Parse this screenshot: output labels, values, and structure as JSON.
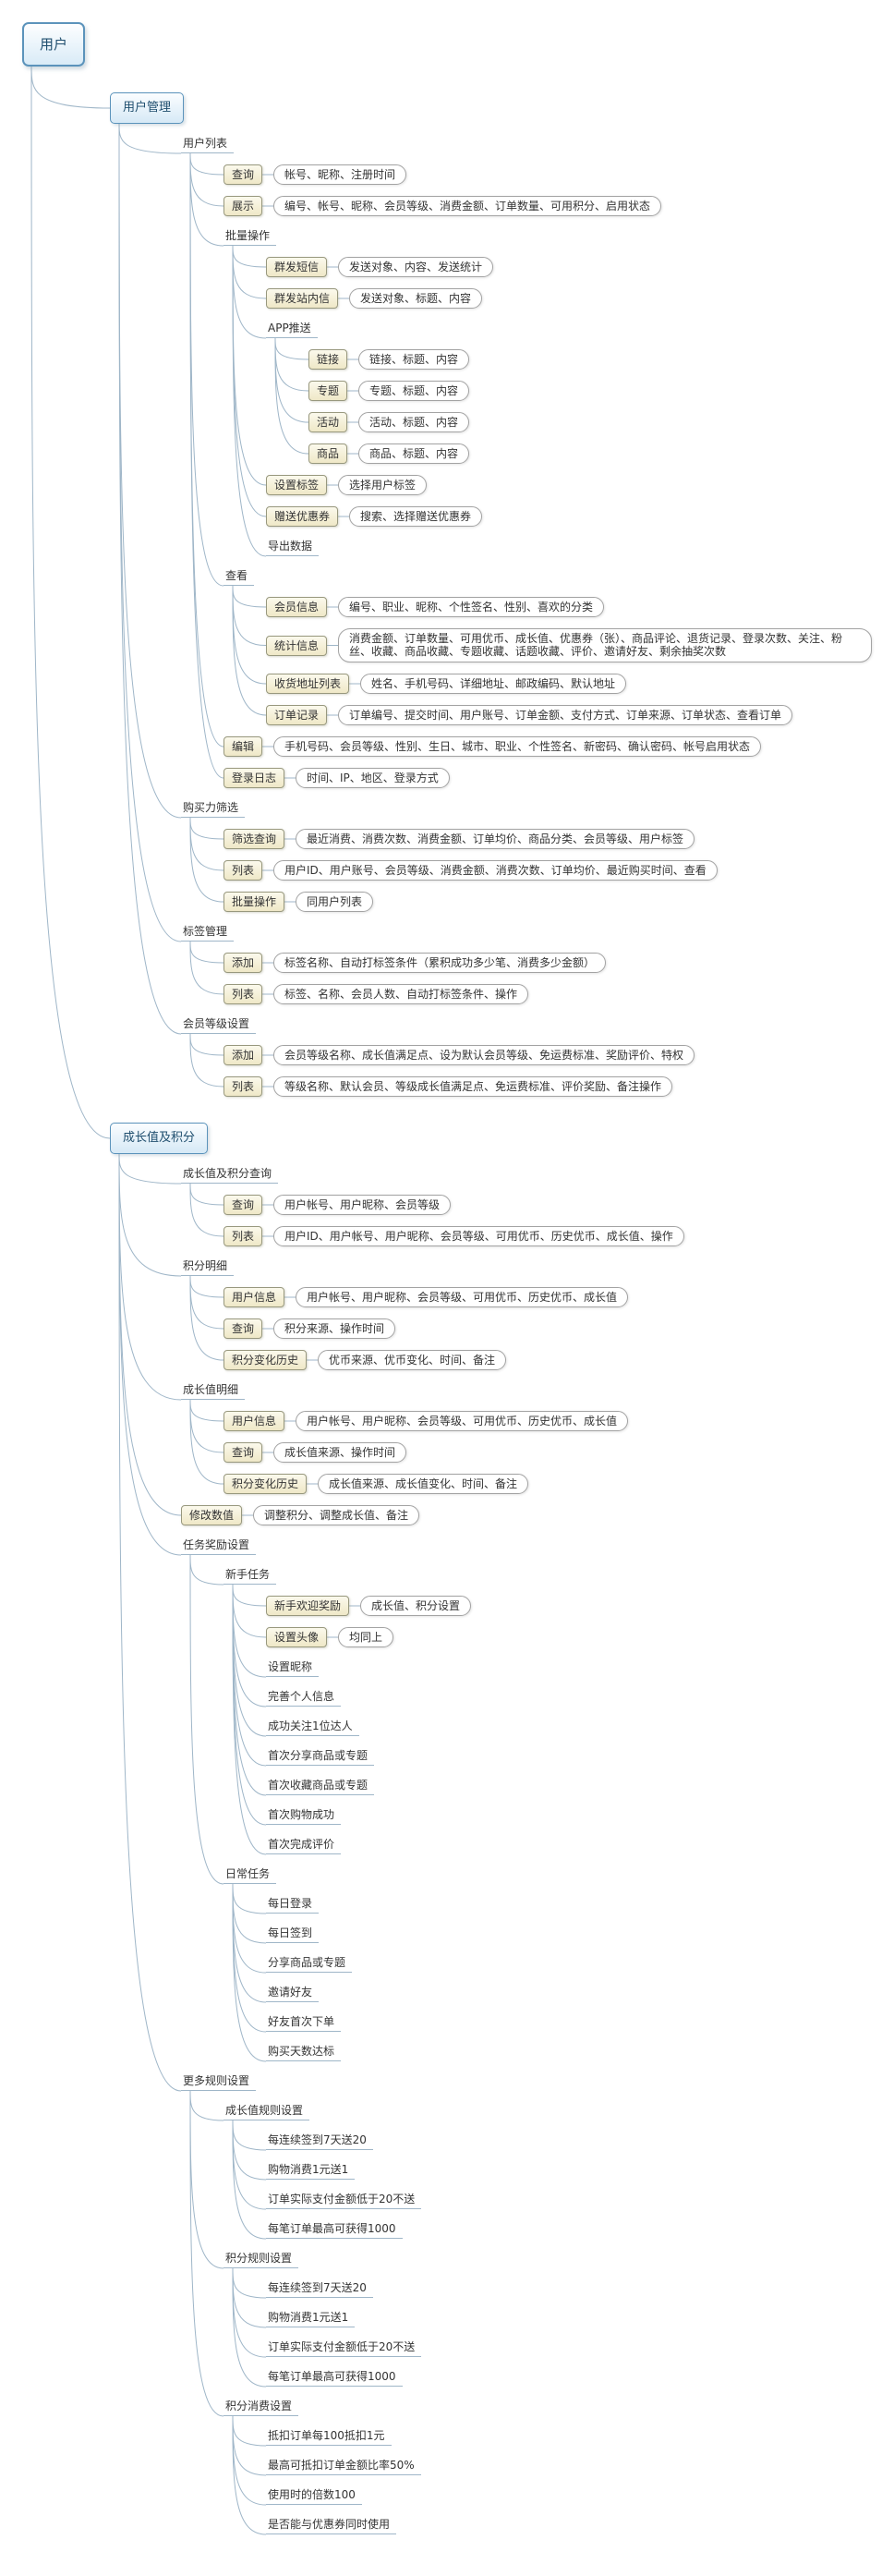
{
  "colors": {
    "topic_border": "#5b93bb",
    "topic_fill": "#d9ebf7",
    "box_border": "#98987e",
    "box_fill": "#efe8c7",
    "detail_border": "#a3a3a3",
    "detail_fill": "#ffffff",
    "edge": "#9fb6c8",
    "text": "#333333"
  },
  "map": {
    "id": "user",
    "label": "用户",
    "type": "root",
    "children": [
      {
        "id": "user-management",
        "label": "用户管理",
        "type": "topic",
        "children": [
          {
            "id": "user-list",
            "label": "用户列表",
            "type": "label",
            "children": [
              {
                "id": "query",
                "label": "查询",
                "type": "box",
                "detail": "帐号、昵称、注册时间"
              },
              {
                "id": "display",
                "label": "展示",
                "type": "box",
                "detail": "编号、帐号、昵称、会员等级、消费金额、订单数量、可用积分、启用状态"
              },
              {
                "id": "batch-operations",
                "label": "批量操作",
                "type": "label",
                "children": [
                  {
                    "id": "mass-sms",
                    "label": "群发短信",
                    "type": "box",
                    "detail": "发送对象、内容、发送统计"
                  },
                  {
                    "id": "mass-site-message",
                    "label": "群发站内信",
                    "type": "box",
                    "detail": "发送对象、标题、内容"
                  },
                  {
                    "id": "app-push",
                    "label": "APP推送",
                    "type": "label",
                    "children": [
                      {
                        "id": "push-link",
                        "label": "链接",
                        "type": "box",
                        "detail": "链接、标题、内容"
                      },
                      {
                        "id": "push-topic",
                        "label": "专题",
                        "type": "box",
                        "detail": "专题、标题、内容"
                      },
                      {
                        "id": "push-activity",
                        "label": "活动",
                        "type": "box",
                        "detail": "活动、标题、内容"
                      },
                      {
                        "id": "push-product",
                        "label": "商品",
                        "type": "box",
                        "detail": "商品、标题、内容"
                      }
                    ]
                  },
                  {
                    "id": "set-tag",
                    "label": "设置标签",
                    "type": "box",
                    "detail": "选择用户标签"
                  },
                  {
                    "id": "gift-coupon",
                    "label": "赠送优惠券",
                    "type": "box",
                    "detail": "搜索、选择赠送优惠券"
                  },
                  {
                    "id": "export-data",
                    "label": "导出数据",
                    "type": "label"
                  }
                ]
              },
              {
                "id": "view",
                "label": "查看",
                "type": "label",
                "children": [
                  {
                    "id": "member-info",
                    "label": "会员信息",
                    "type": "box",
                    "detail": "编号、职业、昵称、个性签名、性别、喜欢的分类"
                  },
                  {
                    "id": "stats-info",
                    "label": "统计信息",
                    "type": "box",
                    "detail": "消费金额、订单数量、可用优币、成长值、优惠券（张）、商品评论、退货记录、登录次数、关注、粉丝、收藏、商品收藏、专题收藏、话题收藏、评价、邀请好友、剩余抽奖次数"
                  },
                  {
                    "id": "address-list",
                    "label": "收货地址列表",
                    "type": "box",
                    "detail": "姓名、手机号码、详细地址、邮政编码、默认地址"
                  },
                  {
                    "id": "order-records",
                    "label": "订单记录",
                    "type": "box",
                    "detail": "订单编号、提交时间、用户账号、订单金额、支付方式、订单来源、订单状态、查看订单"
                  }
                ]
              },
              {
                "id": "edit",
                "label": "编辑",
                "type": "box",
                "detail": "手机号码、会员等级、性别、生日、城市、职业、个性签名、新密码、确认密码、帐号启用状态"
              },
              {
                "id": "login-log",
                "label": "登录日志",
                "type": "box",
                "detail": "时间、IP、地区、登录方式"
              }
            ]
          },
          {
            "id": "purchase-power-filter",
            "label": "购买力筛选",
            "type": "label",
            "children": [
              {
                "id": "filter-query",
                "label": "筛选查询",
                "type": "box",
                "detail": "最近消费、消费次数、消费金额、订单均价、商品分类、会员等级、用户标签"
              },
              {
                "id": "filter-list",
                "label": "列表",
                "type": "box",
                "detail": "用户ID、用户账号、会员等级、消费金额、消费次数、订单均价、最近购买时间、查看"
              },
              {
                "id": "filter-batch",
                "label": "批量操作",
                "type": "box",
                "detail": "同用户列表"
              }
            ]
          },
          {
            "id": "tag-management",
            "label": "标签管理",
            "type": "label",
            "children": [
              {
                "id": "tag-add",
                "label": "添加",
                "type": "box",
                "detail": "标签名称、自动打标签条件（累积成功多少笔、消费多少金额）"
              },
              {
                "id": "tag-list",
                "label": "列表",
                "type": "box",
                "detail": "标签、名称、会员人数、自动打标签条件、操作"
              }
            ]
          },
          {
            "id": "member-level-settings",
            "label": "会员等级设置",
            "type": "label",
            "children": [
              {
                "id": "level-add",
                "label": "添加",
                "type": "box",
                "detail": "会员等级名称、成长值满足点、设为默认会员等级、免运费标准、奖励评价、特权"
              },
              {
                "id": "level-list",
                "label": "列表",
                "type": "box",
                "detail": "等级名称、默认会员、等级成长值满足点、免运费标准、评价奖励、备注操作"
              }
            ]
          }
        ]
      },
      {
        "id": "growth-and-points",
        "label": "成长值及积分",
        "type": "topic",
        "children": [
          {
            "id": "growth-points-query",
            "label": "成长值及积分查询",
            "type": "label",
            "children": [
              {
                "id": "gp-query",
                "label": "查询",
                "type": "box",
                "detail": "用户帐号、用户昵称、会员等级"
              },
              {
                "id": "gp-list",
                "label": "列表",
                "type": "box",
                "detail": "用户ID、用户帐号、用户昵称、会员等级、可用优币、历史优币、成长值、操作"
              }
            ]
          },
          {
            "id": "points-detail",
            "label": "积分明细",
            "type": "label",
            "children": [
              {
                "id": "pd-user-info",
                "label": "用户信息",
                "type": "box",
                "detail": "用户帐号、用户昵称、会员等级、可用优币、历史优币、成长值"
              },
              {
                "id": "pd-query",
                "label": "查询",
                "type": "box",
                "detail": "积分来源、操作时间"
              },
              {
                "id": "pd-history",
                "label": "积分变化历史",
                "type": "box",
                "detail": "优币来源、优币变化、时间、备注"
              }
            ]
          },
          {
            "id": "growth-detail",
            "label": "成长值明细",
            "type": "label",
            "children": [
              {
                "id": "gd-user-info",
                "label": "用户信息",
                "type": "box",
                "detail": "用户帐号、用户昵称、会员等级、可用优币、历史优币、成长值"
              },
              {
                "id": "gd-query",
                "label": "查询",
                "type": "box",
                "detail": "成长值来源、操作时间"
              },
              {
                "id": "gd-history",
                "label": "积分变化历史",
                "type": "box",
                "detail": "成长值来源、成长值变化、时间、备注"
              }
            ]
          },
          {
            "id": "modify-values",
            "label": "修改数值",
            "type": "box",
            "detail": "调整积分、调整成长值、备注"
          },
          {
            "id": "task-reward-settings",
            "label": "任务奖励设置",
            "type": "label",
            "children": [
              {
                "id": "newbie-tasks",
                "label": "新手任务",
                "type": "label",
                "children": [
                  {
                    "id": "welcome-reward",
                    "label": "新手欢迎奖励",
                    "type": "box",
                    "detail": "成长值、积分设置"
                  },
                  {
                    "id": "set-avatar",
                    "label": "设置头像",
                    "type": "box",
                    "detail": "均同上"
                  },
                  {
                    "id": "set-nickname",
                    "label": "设置昵称",
                    "type": "label"
                  },
                  {
                    "id": "complete-profile",
                    "label": "完善个人信息",
                    "type": "label"
                  },
                  {
                    "id": "follow-expert",
                    "label": "成功关注1位达人",
                    "type": "label"
                  },
                  {
                    "id": "first-share",
                    "label": "首次分享商品或专题",
                    "type": "label"
                  },
                  {
                    "id": "first-favorite",
                    "label": "首次收藏商品或专题",
                    "type": "label"
                  },
                  {
                    "id": "first-purchase",
                    "label": "首次购物成功",
                    "type": "label"
                  },
                  {
                    "id": "first-review",
                    "label": "首次完成评价",
                    "type": "label"
                  }
                ]
              },
              {
                "id": "daily-tasks",
                "label": "日常任务",
                "type": "label",
                "children": [
                  {
                    "id": "daily-login",
                    "label": "每日登录",
                    "type": "label"
                  },
                  {
                    "id": "daily-checkin",
                    "label": "每日签到",
                    "type": "label"
                  },
                  {
                    "id": "share-product",
                    "label": "分享商品或专题",
                    "type": "label"
                  },
                  {
                    "id": "invite-friend",
                    "label": "邀请好友",
                    "type": "label"
                  },
                  {
                    "id": "friend-first-order",
                    "label": "好友首次下单",
                    "type": "label"
                  },
                  {
                    "id": "purchase-days",
                    "label": "购买天数达标",
                    "type": "label"
                  }
                ]
              }
            ]
          },
          {
            "id": "more-rules-settings",
            "label": "更多规则设置",
            "type": "label",
            "children": [
              {
                "id": "growth-rules",
                "label": "成长值规则设置",
                "type": "label",
                "children": [
                  {
                    "id": "growth-rule-checkin",
                    "label": "每连续签到7天送20",
                    "type": "label"
                  },
                  {
                    "id": "growth-rule-spend",
                    "label": "购物消费1元送1",
                    "type": "label"
                  },
                  {
                    "id": "growth-rule-minimum",
                    "label": "订单实际支付金额低于20不送",
                    "type": "label"
                  },
                  {
                    "id": "growth-rule-max",
                    "label": "每笔订单最高可获得1000",
                    "type": "label"
                  }
                ]
              },
              {
                "id": "points-rules",
                "label": "积分规则设置",
                "type": "label",
                "children": [
                  {
                    "id": "points-rule-checkin",
                    "label": "每连续签到7天送20",
                    "type": "label"
                  },
                  {
                    "id": "points-rule-spend",
                    "label": "购物消费1元送1",
                    "type": "label"
                  },
                  {
                    "id": "points-rule-minimum",
                    "label": "订单实际支付金额低于20不送",
                    "type": "label"
                  },
                  {
                    "id": "points-rule-max",
                    "label": "每笔订单最高可获得1000",
                    "type": "label"
                  }
                ]
              },
              {
                "id": "points-consume-settings",
                "label": "积分消费设置",
                "type": "label",
                "children": [
                  {
                    "id": "consume-deduct",
                    "label": "抵扣订单每100抵扣1元",
                    "type": "label"
                  },
                  {
                    "id": "consume-max-ratio",
                    "label": "最高可抵扣订单金额比率50%",
                    "type": "label"
                  },
                  {
                    "id": "consume-multiple",
                    "label": "使用时的倍数100",
                    "type": "label"
                  },
                  {
                    "id": "consume-with-coupon",
                    "label": "是否能与优惠券同时使用",
                    "type": "label"
                  }
                ]
              }
            ]
          }
        ]
      }
    ]
  }
}
